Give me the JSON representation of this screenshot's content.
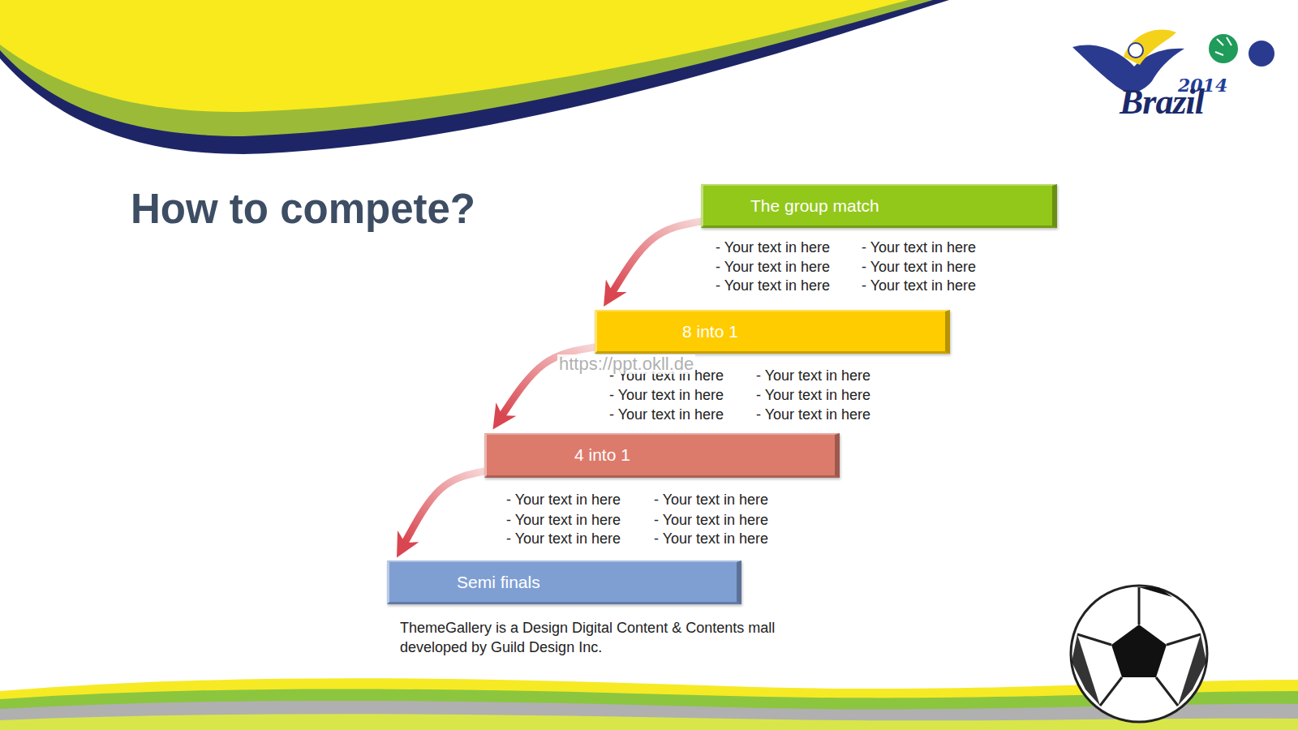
{
  "diagram": {
    "title": "How to compete?",
    "caption": "ThemeGallery is a Design Digital Content & Contents mall developed by Guild Design Inc.",
    "nodes": [
      {
        "text": [
          "The group match"
        ]
      },
      {
        "text": [
          "8 into 1"
        ]
      },
      {
        "text": [
          "4 into 1"
        ]
      },
      {
        "text": [
          "Semi finals"
        ]
      }
    ],
    "edges": [
      {
        "from": 0,
        "to": 1,
        "arrow": "to"
      },
      {
        "from": 1,
        "to": 2,
        "arrow": "to"
      },
      {
        "from": 2,
        "to": 3,
        "arrow": "to"
      }
    ],
    "labels": [
      "2014",
      "Brazil",
      "- Your text in here",
      "- Your text in here",
      "- Your text in here",
      "- Your text in here",
      "- Your text in here",
      "- Your text in here",
      "- Your text in here",
      "- Your text in here",
      "- Your text in here",
      "- Your text in here",
      "- Your text in here",
      "- Your text in here",
      "- Your text in here",
      "- Your text in here",
      "- Your text in here",
      "- Your text in here",
      "- Your text in here",
      "- Your text in here",
      "https://ppt.okll.de"
    ]
  }
}
